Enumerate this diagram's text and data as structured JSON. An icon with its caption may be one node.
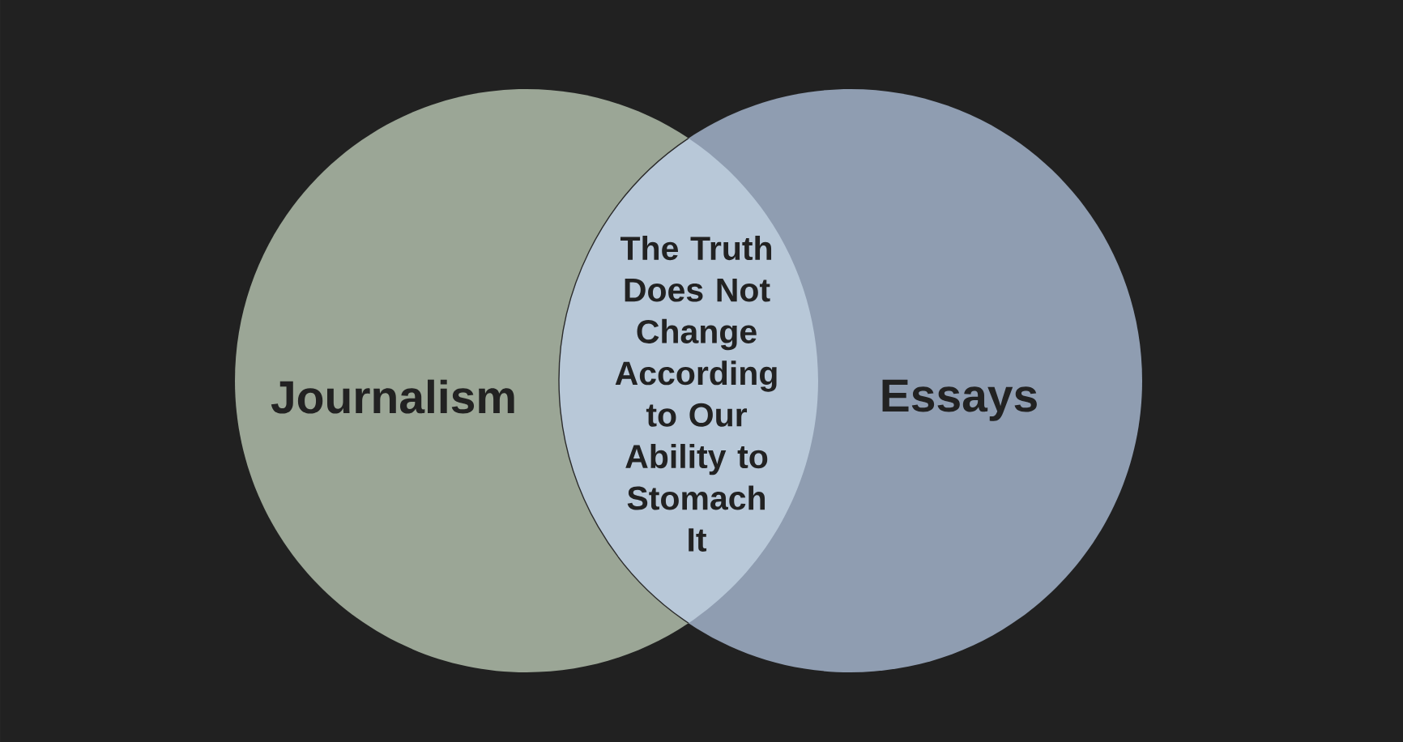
{
  "diagram": {
    "nodes": [
      {
        "text": [
          "Journalism"
        ]
      },
      {
        "text": [
          "Essays"
        ]
      },
      {
        "text": [
          "The Truth Does Not Change According to Our Ability to Stomach It"
        ]
      }
    ]
  }
}
